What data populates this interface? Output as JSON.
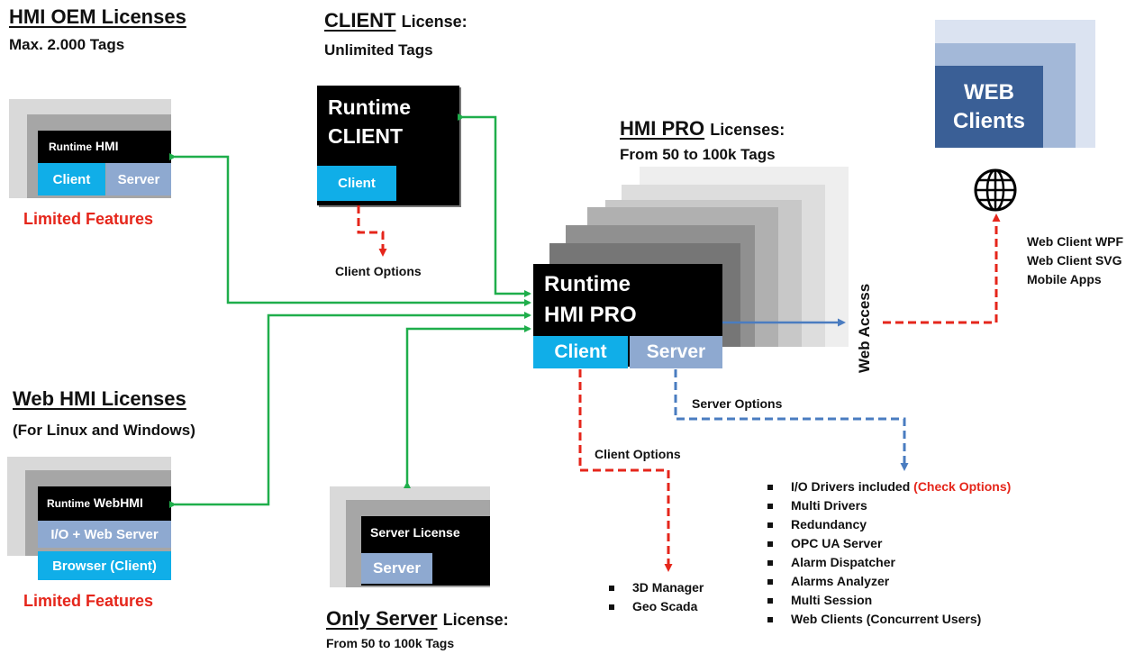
{
  "colors": {
    "green_wire": "#1fae4b",
    "red_dashed": "#e5261b",
    "blue_dashed": "#4a7cc0",
    "cyan": "#10aee8",
    "light_blue": "#8ea9d0",
    "web_dark": "#3a5f96"
  },
  "oem": {
    "title": "HMI OEM Licenses",
    "subtitle": "Max. 2.000 Tags",
    "box_title_prefix": "Runtime",
    "box_title_suffix": "HMI",
    "client": "Client",
    "server": "Server",
    "note": "Limited Features"
  },
  "client_license": {
    "title": "CLIENT",
    "title_suffix": "License:",
    "subtitle": "Unlimited Tags",
    "box_line1": "Runtime",
    "box_line2": "CLIENT",
    "client": "Client",
    "options": "Client Options"
  },
  "pro": {
    "title": "HMI PRO",
    "title_suffix": "Licenses:",
    "subtitle": "From 50 to 100k Tags",
    "box_line1": "Runtime",
    "box_line2": "HMI PRO",
    "client": "Client",
    "server": "Server",
    "web_access": "Web Access",
    "server_options": "Server Options",
    "client_options": "Client Options"
  },
  "web": {
    "box_line1": "WEB",
    "box_line2": "Clients",
    "globe_icon": "globe-icon",
    "types": [
      "Web Client WPF",
      "Web Client SVG",
      "Mobile Apps"
    ]
  },
  "web_hmi": {
    "title": "Web HMI Licenses",
    "subtitle": "(For Linux and Windows)",
    "box_title_prefix": "Runtime",
    "box_title_suffix": "WebHMI",
    "io_web_server": "I/O + Web Server",
    "browser_client": "Browser (Client)",
    "note": "Limited Features"
  },
  "server_only": {
    "title": "Only Server",
    "title_suffix": "License:",
    "subtitle": "From 50 to 100k Tags",
    "box_title": "Server License",
    "server": "Server"
  },
  "client_option_items": [
    "3D Manager",
    "Geo Scada"
  ],
  "server_option_items": [
    {
      "text": "I/O Drivers included ",
      "highlight": "(Check Options)"
    },
    {
      "text": "Multi Drivers"
    },
    {
      "text": "Redundancy"
    },
    {
      "text": "OPC UA Server"
    },
    {
      "text": "Alarm Dispatcher"
    },
    {
      "text": "Alarms Analyzer"
    },
    {
      "text": "Multi Session"
    },
    {
      "text": "Web Clients (Concurrent Users)"
    }
  ]
}
